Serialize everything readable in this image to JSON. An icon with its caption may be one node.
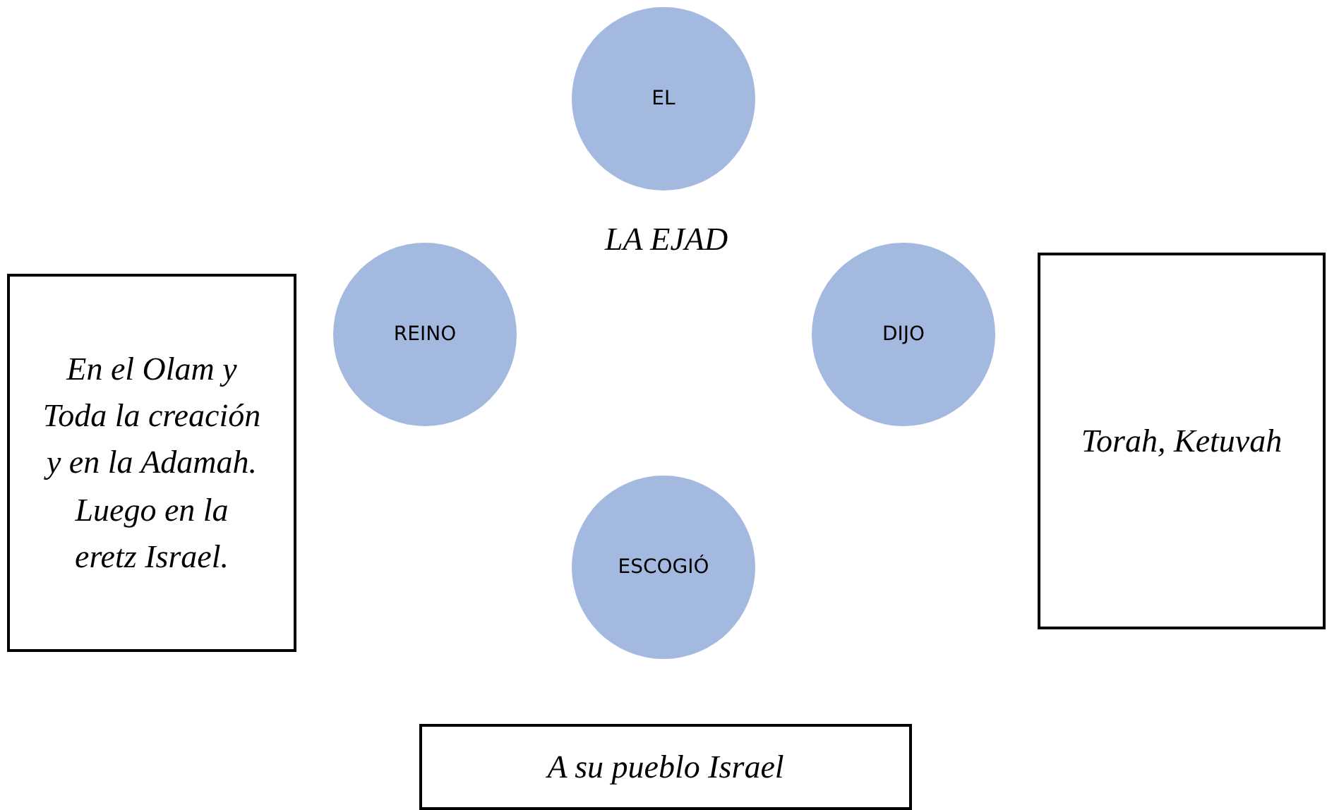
{
  "diagram": {
    "nodes": [
      {
        "text": [
          "EL"
        ]
      },
      {
        "text": [
          "REINO"
        ]
      },
      {
        "text": [
          "DIJO"
        ]
      },
      {
        "text": [
          "En el Olam y Toda la creación y en la Adamah. Luego en la eretz Israel."
        ]
      },
      {
        "text": [
          "Torah, Ketuvah"
        ]
      },
      {
        "text": [
          "ESCOGIÓ"
        ]
      },
      {
        "text": [
          "A su pueblo Israel"
        ]
      }
    ],
    "labels": [
      "LA EJAD"
    ]
  }
}
